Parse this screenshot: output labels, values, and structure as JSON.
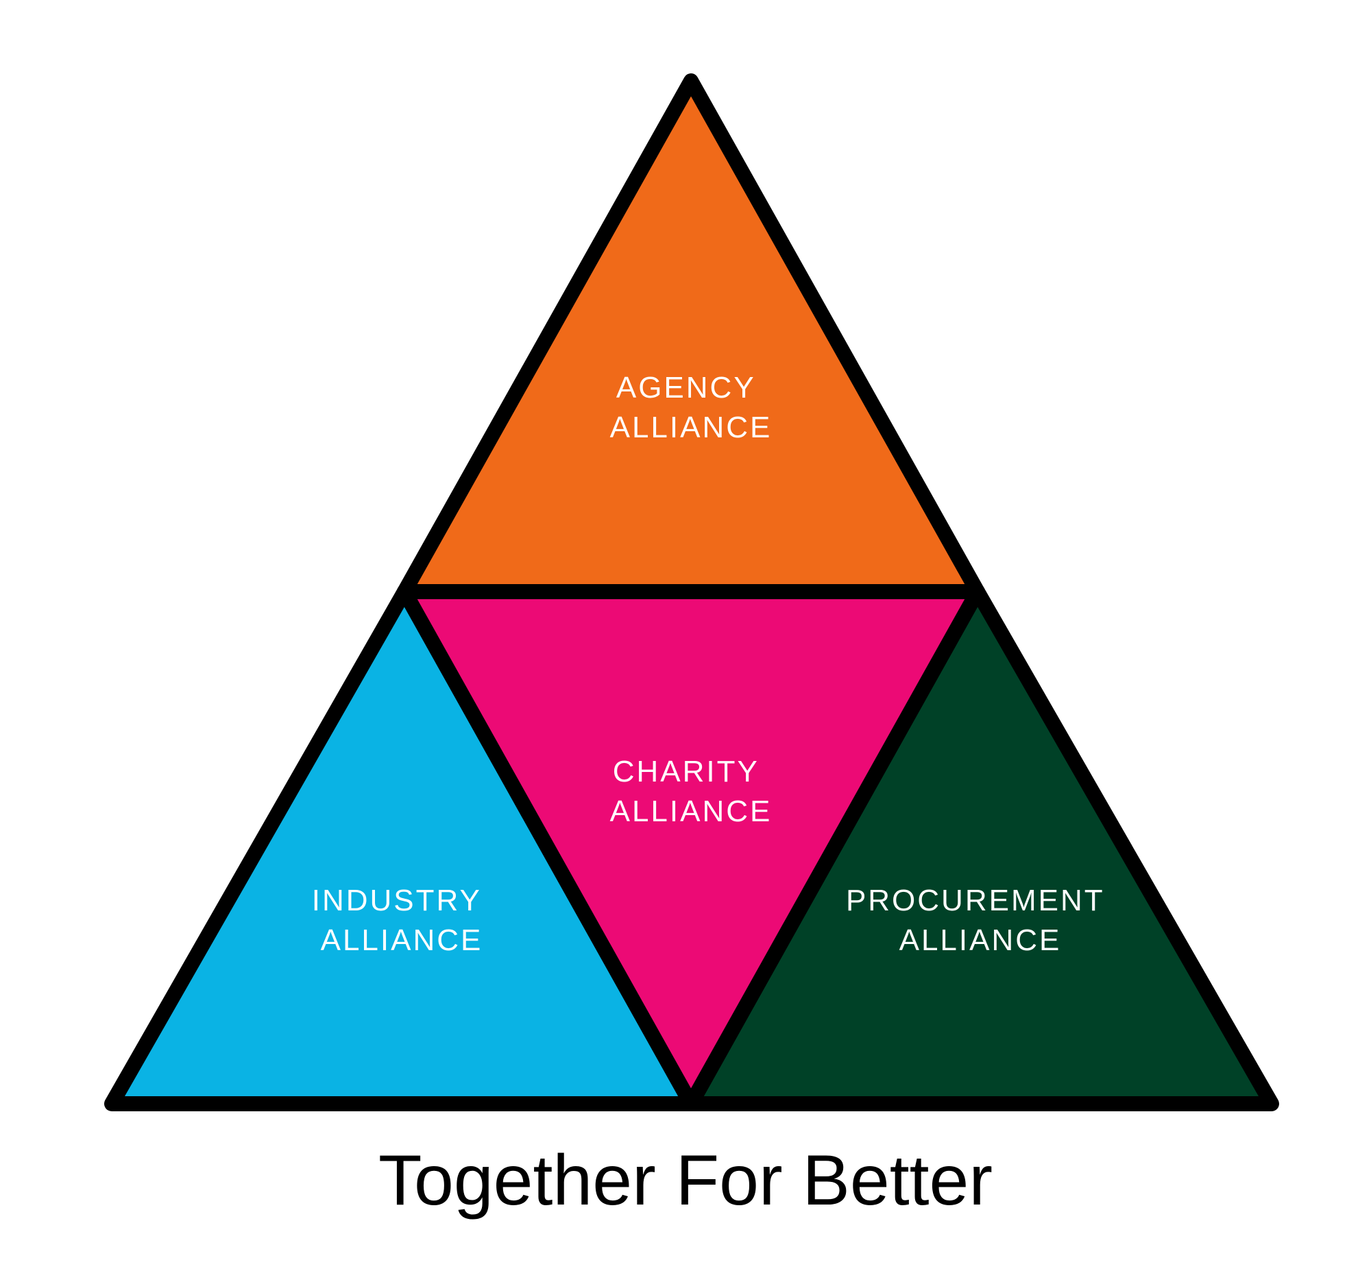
{
  "segments": {
    "agency": {
      "line1": "AGENCY",
      "line2": "ALLIANCE",
      "color": "#f06a19"
    },
    "industry": {
      "line1": "INDUSTRY",
      "line2": "ALLIANCE",
      "color": "#0ab3e4"
    },
    "charity": {
      "line1": "CHARITY",
      "line2": "ALLIANCE",
      "color": "#ec0a75"
    },
    "procurement": {
      "line1": "PROCUREMENT",
      "line2": "ALLIANCE",
      "color": "#004127"
    }
  },
  "outline_color": "#000000",
  "tagline": "Together For Better"
}
